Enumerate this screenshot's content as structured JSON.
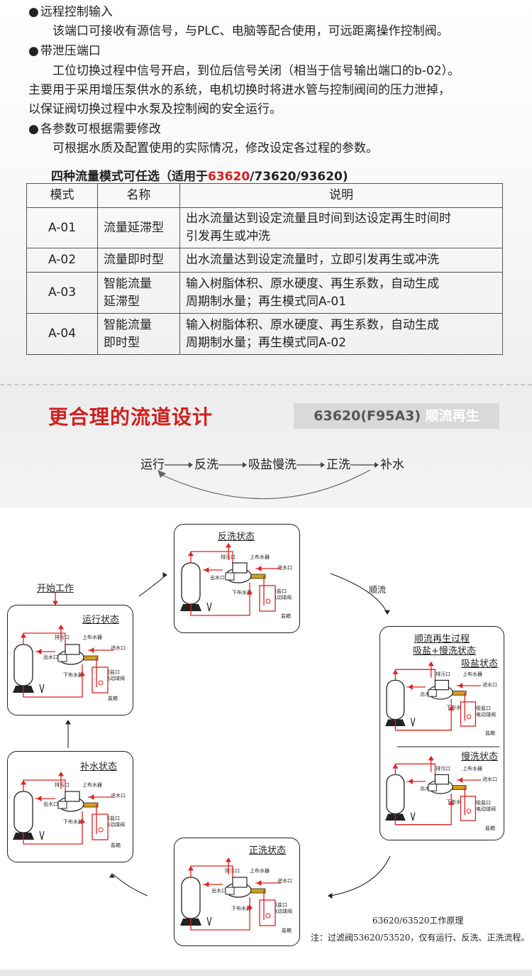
{
  "intro": {
    "b1_title": "远程控制输入",
    "b1_text": "该端口可接收有源信号，与PLC、电脑等配合使用，可远距离操作控制阀。",
    "b2_title": "带泄压端口",
    "b2_text1": "工位切换过程中信号开启，到位后信号关闭（相当于信号输出端口的b-02）。",
    "b2_text2": "主要用于采用增压泵供水的系统，电机切换时将进水管与控制阀间的压力泄掉，",
    "b2_text3": "以保证阀切换过程中水泵及控制阀的安全运行。",
    "b3_title": "各参数可根据需要修改",
    "b3_text": "可根据水质及配置使用的实际情况，修改设定各过程的参数。"
  },
  "table": {
    "title_pre": "四种流量模式可任选（适用于",
    "title_red": "63620",
    "title_post": "/73620/93620)",
    "headers": [
      "模式",
      "名称",
      "说明"
    ],
    "rows": [
      {
        "mode": "A-01",
        "name_l1": "流量延滞型",
        "name_l2": "",
        "desc_l1": "出水流量达到设定流量且时间到达设定再生时间时",
        "desc_l2": "引发再生或冲洗"
      },
      {
        "mode": "A-02",
        "name_l1": "流量即时型",
        "name_l2": "",
        "desc_l1": "出水流量达到设定流量时，立即引发再生或冲洗",
        "desc_l2": ""
      },
      {
        "mode": "A-03",
        "name_l1": "智能流量",
        "name_l2": "延滞型",
        "desc_l1": "输入树脂体积、原水硬度、再生系数，自动生成",
        "desc_l2": "周期制水量；再生模式同A-01"
      },
      {
        "mode": "A-04",
        "name_l1": "智能流量",
        "name_l2": "即时型",
        "desc_l1": "输入树脂体积、原水硬度、再生系数，自动生成",
        "desc_l2": "周期制水量；再生模式同A-02"
      }
    ]
  },
  "design": {
    "title": "更合理的流道设计",
    "model_pre": "63620(F95A3)",
    "model_post": "顺流再生",
    "steps": [
      "运行",
      "反洗",
      "吸盐慢洗",
      "正洗",
      "补水"
    ]
  },
  "diagram": {
    "start": "开始工作",
    "forward": "顺流",
    "states": {
      "run": "运行状态",
      "backwash": "反洗状态",
      "regen_title1": "顺流再生过程",
      "regen_title2": "吸盐+慢洗状态",
      "brine": "吸盐状态",
      "slow": "慢洗状态",
      "rinse": "正洗状态",
      "refill": "补水状态"
    },
    "parts": {
      "drain": "排污口",
      "upper": "上布水器",
      "outlet": "出水口",
      "inlet": "进水口",
      "lower": "下布水器",
      "brine_port": "吸盐口",
      "ball_valve": "电动球阀",
      "salt_tank": "盐箱"
    },
    "caption": "63620/63520工作原理",
    "note": "注：过滤阀53620/53520，仅有运行、反洗、正洗流程。",
    "colors": {
      "flow": "#e02020",
      "outline": "#222222"
    }
  }
}
